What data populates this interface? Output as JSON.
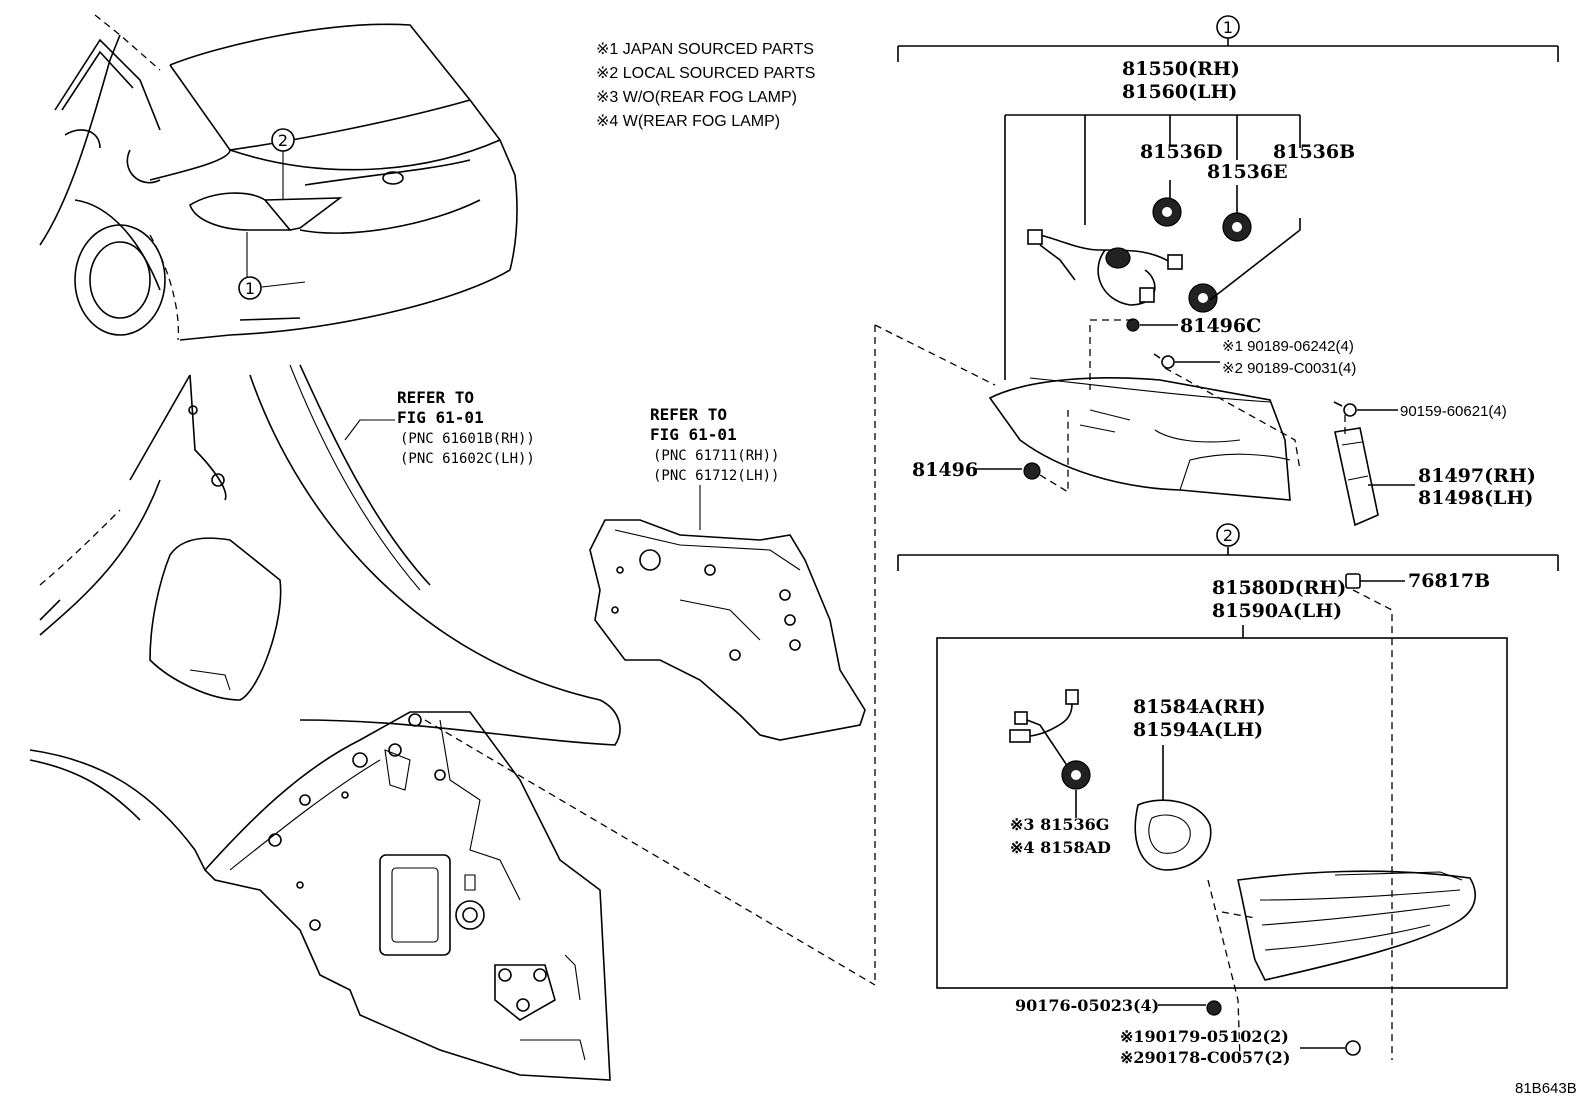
{
  "notes": [
    "※1 JAPAN SOURCED PARTS",
    "※2 LOCAL SOURCED PARTS",
    "※3 W/O(REAR FOG LAMP)",
    "※4 W(REAR FOG LAMP)"
  ],
  "callouts": {
    "one": "1",
    "two": "2"
  },
  "refer_a": {
    "line1": "REFER TO",
    "line2": "FIG 61-01",
    "pnc1": "(PNC 61601B(RH))",
    "pnc2": "(PNC 61602C(LH))"
  },
  "refer_b": {
    "line1": "REFER TO",
    "line2": "FIG 61-01",
    "pnc1": "(PNC 61711(RH))",
    "pnc2": "(PNC 61712(LH))"
  },
  "group1": {
    "assy_rh": "81550(RH)",
    "assy_lh": "81560(LH)",
    "p81536d": "81536D",
    "p81536e": "81536E",
    "p81536b": "81536B",
    "p81496c": "81496C",
    "screw1": "※1 90189-06242(4)",
    "screw2": "※2 90189-C0031(4)",
    "p90159": "90159-60621(4)",
    "p81496": "81496",
    "gasket_rh": "81497(RH)",
    "gasket_lh": "81498(LH)"
  },
  "group2": {
    "p76817b": "76817B",
    "assy_rh": "81580D(RH)",
    "assy_lh": "81590A(LH)",
    "gasket_rh": "81584A(RH)",
    "gasket_lh": "81594A(LH)",
    "socket3": "※3 81536G",
    "socket4": "※4 8158AD",
    "p90176": "90176-05023(4)",
    "nut1": "※190179-05102(2)",
    "nut2": "※290178-C0057(2)"
  },
  "diagram_code": "81B643B"
}
